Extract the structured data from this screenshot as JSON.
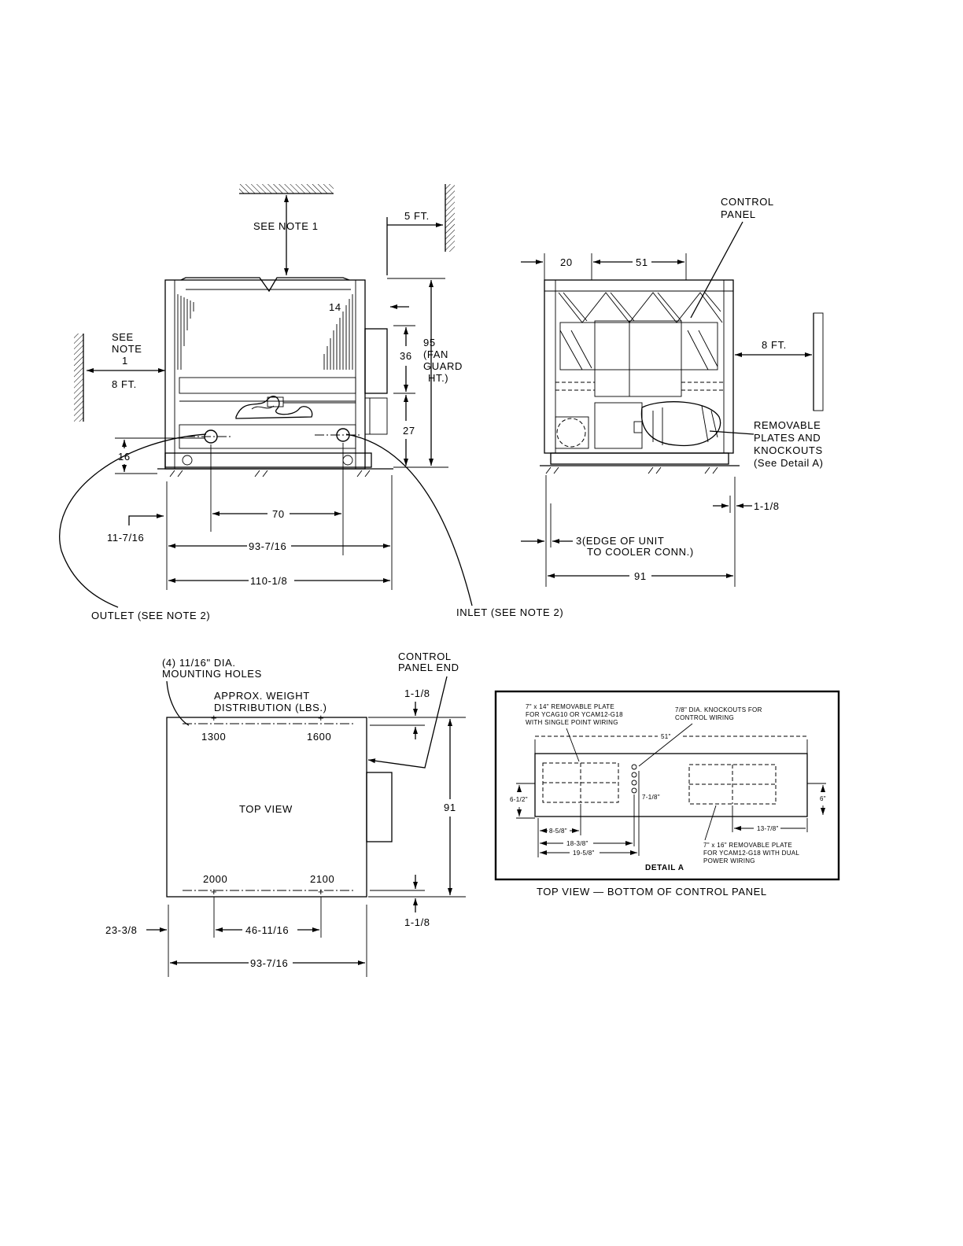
{
  "front_view": {
    "see_note_1_top": "SEE NOTE 1",
    "clear_right": "5 FT.",
    "see_note_left": [
      "SEE",
      "NOTE",
      "1"
    ],
    "clear_left": "8 FT.",
    "dim_14": "14",
    "dim_36": "36",
    "height_note": [
      "95",
      "(FAN",
      "GUARD",
      "HT.)"
    ],
    "dim_27": "27",
    "dim_16": "16",
    "dim_70": "70",
    "dim_11_7_16": "11-7/16",
    "dim_93_7_16": "93-7/16",
    "dim_110_1_8": "110-1/8",
    "outlet": "OUTLET (SEE NOTE 2)",
    "inlet": "INLET (SEE NOTE 2)"
  },
  "side_view": {
    "control_panel": [
      "CONTROL",
      "PANEL"
    ],
    "dim_20": "20",
    "dim_51": "51",
    "clear_right": "8 FT.",
    "removable": [
      "REMOVABLE",
      "PLATES AND",
      "KNOCKOUTS",
      "(See Detail A)"
    ],
    "dim_1_1_8": "1-1/8",
    "edge_note": [
      "3(EDGE OF UNIT",
      "TO COOLER CONN.)"
    ],
    "dim_91": "91"
  },
  "top_view": {
    "mounting_holes": [
      "(4) 11/16\"  DIA.",
      "MOUNTING HOLES"
    ],
    "control_panel_end": [
      "CONTROL",
      "PANEL END"
    ],
    "weight": [
      "APPROX. WEIGHT",
      "DISTRIBUTION (LBS.)"
    ],
    "w1300": "1300",
    "w1600": "1600",
    "w2000": "2000",
    "w2100": "2100",
    "title": "TOP  VIEW",
    "dim_91": "91",
    "dim_1_1_8_top": "1-1/8",
    "dim_1_1_8_bot": "1-1/8",
    "dim_23_3_8": "23-3/8",
    "dim_46_11_16": "46-11/16",
    "dim_93_7_16": "93-7/16"
  },
  "detail_a": {
    "plate1": [
      "7\" x 14\" REMOVABLE PLATE",
      "FOR YCAG10 OR YCAM12-G18",
      "WITH SINGLE POINT WIRING"
    ],
    "knockouts": [
      "7/8\" DIA. KNOCKOUTS FOR",
      "CONTROL WIRING"
    ],
    "dim_51": "51\"",
    "dim_6_1_2": "6-1/2\"",
    "dim_7_1_8": "7-1/8\"",
    "dim_6": "6\"",
    "dim_8_5_8": "8-5/8\"",
    "dim_13_7_8": "13-7/8\"",
    "dim_18_3_8": "18-3/8\"",
    "dim_19_5_8": "19-5/8\"",
    "plate2": [
      "7\" x 16\" REMOVABLE PLATE",
      "FOR YCAM12-G18 WITH DUAL",
      "POWER WIRING"
    ],
    "title": "DETAIL  A",
    "caption": "TOP VIEW — BOTTOM OF CONTROL PANEL"
  }
}
